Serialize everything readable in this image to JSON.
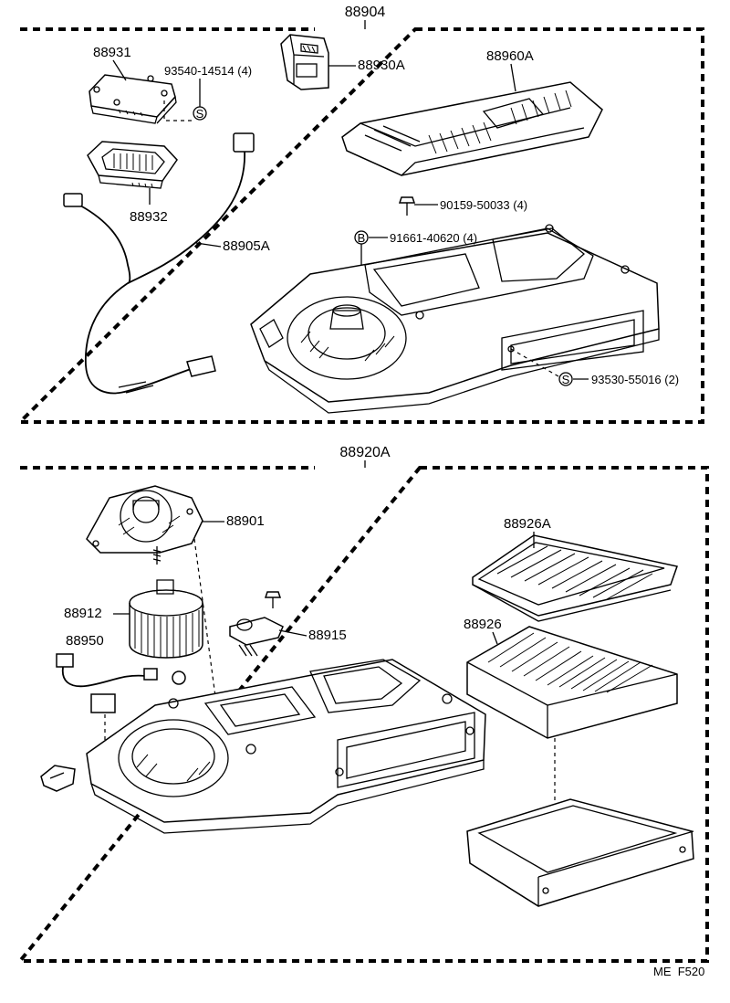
{
  "top_group": {
    "title": "88904",
    "labels": {
      "p88931": "88931",
      "bolt_a": "93540-14514 (4)",
      "p88930a": "88930A",
      "p88960a": "88960A",
      "p88932": "88932",
      "p88905a": "88905A",
      "screw_a": "90159-50033 (4)",
      "bolt_b": "91661-40620 (4)",
      "screw_b": "93530-55016 (2)"
    },
    "markers": {
      "s1": "S",
      "b": "B",
      "s2": "S"
    }
  },
  "bottom_group": {
    "title": "88920A",
    "labels": {
      "p88901": "88901",
      "p88926a": "88926A",
      "p88912": "88912",
      "p88915": "88915",
      "p88950": "88950",
      "p88926": "88926"
    }
  },
  "footer": {
    "code": "ME  F520"
  }
}
